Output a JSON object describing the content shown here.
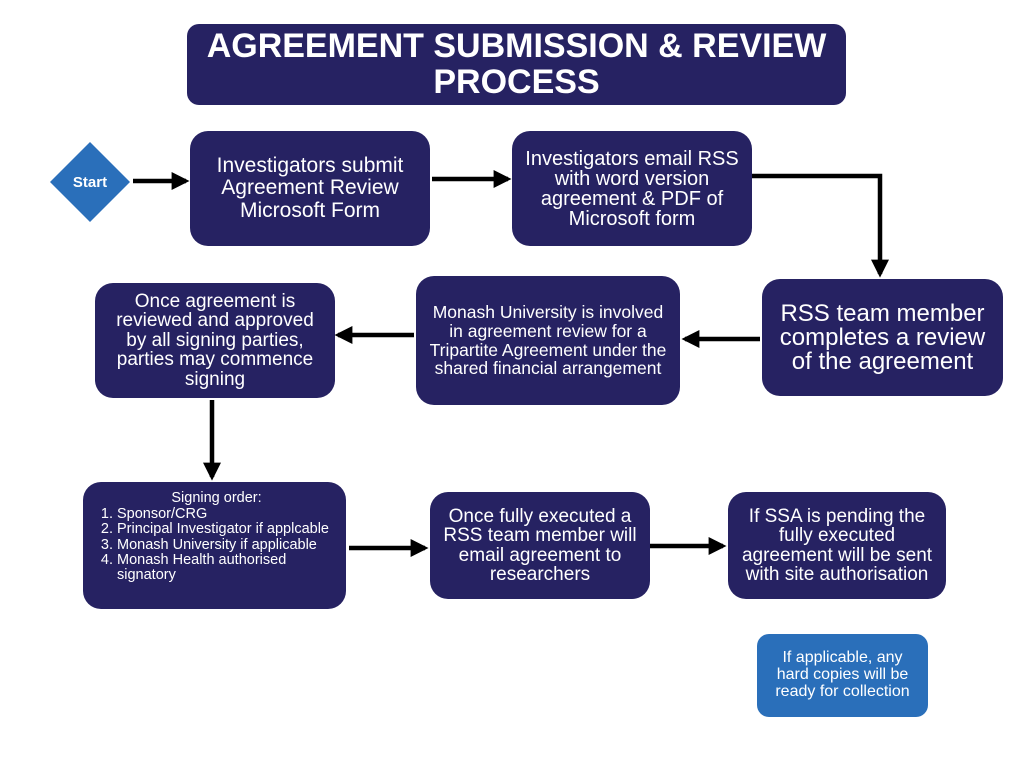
{
  "title": "AGREEMENT SUBMISSION & REVIEW PROCESS",
  "start": {
    "label": "Start",
    "color": "#2a6fba"
  },
  "nodes": {
    "submit_form": "Investigators submit Agreement Review Microsoft Form",
    "email_rss": "Investigators email RSS with word version agreement & PDF of Microsoft form",
    "rss_review": "RSS team member completes a review of the agreement",
    "monash_university": "Monash University is involved in agreement review for a Tripartite Agreement under the shared financial arrangement",
    "approved": "Once agreement is reviewed and approved by all signing parties, parties may commence signing",
    "signing_order": {
      "heading": "Signing order:",
      "items": [
        "Sponsor/CRG",
        "Principal Investigator if applcable",
        "Monash University if applicable",
        "Monash Health authorised signatory"
      ]
    },
    "executed": "Once fully executed a RSS team member will email agreement to researchers",
    "ssa_pending": "If SSA is pending the fully executed agreement will be sent with site authorisation",
    "hard_copies": "If applicable, any hard copies will be ready for collection"
  },
  "colors": {
    "box": "#262262",
    "accent": "#2a6fba",
    "arrow": "#000000"
  }
}
